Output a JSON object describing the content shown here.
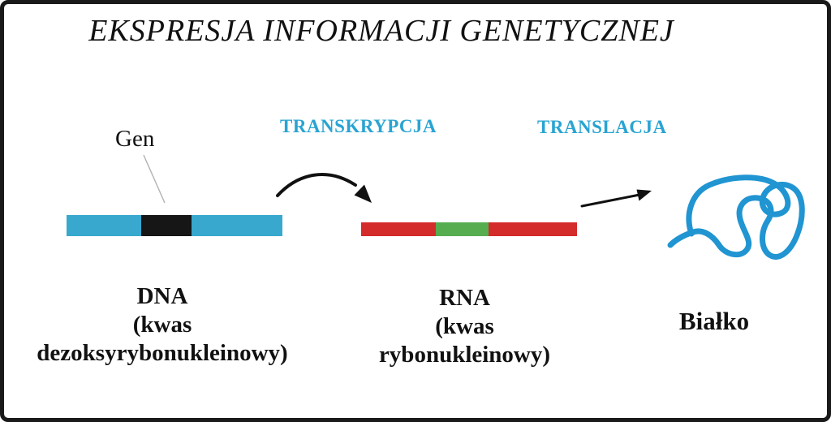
{
  "title": "EKSPRESJA INFORMACJI GENETYCZNEJ",
  "diagram": {
    "gene_label": "Gen",
    "processes": [
      {
        "label": "TRANSKRYPCJA"
      },
      {
        "label": "TRANSLACJA"
      }
    ],
    "stages": {
      "dna": {
        "caption_lines": [
          "DNA",
          "(kwas",
          "dezoksyrybonukleinowy)"
        ]
      },
      "rna": {
        "caption_lines": [
          "RNA",
          "(kwas",
          "rybonukleinowy)"
        ]
      },
      "protein": {
        "caption": "Białko"
      }
    }
  },
  "colors": {
    "dna_bar": "#38a8ce",
    "gene_segment": "#161616",
    "rna_bar": "#d42b2b",
    "rna_coding_segment": "#55ad4f",
    "process_label": "#29a4d2",
    "protein_line": "#2095d2",
    "arrow": "#111111",
    "pointer_line": "#b5b5b5",
    "border": "#1a1a1a"
  }
}
